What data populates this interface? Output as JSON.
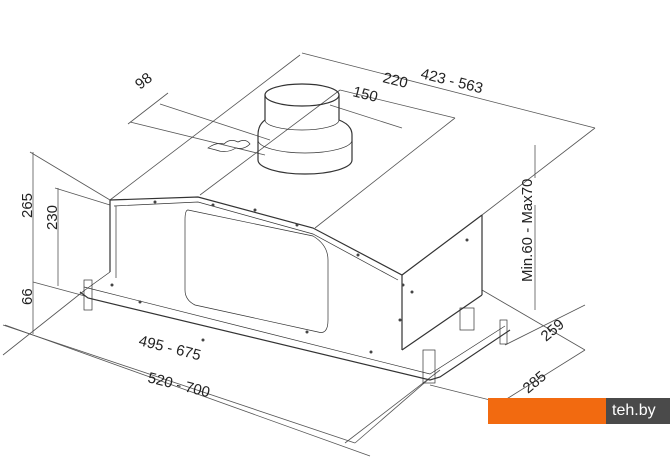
{
  "dimensions": {
    "width_top": "423  -  563",
    "duct_depth": "220",
    "duct_diameter": "150",
    "duct_offset": "98",
    "height_total": "265",
    "height_body": "230",
    "height_frame": "66",
    "adjust_range": "Min.60  -  Max70",
    "depth_inner": "259",
    "depth_outer": "285",
    "width_inner": "495  -  675",
    "width_outer": "520  -  700"
  },
  "watermark": {
    "text": "teh.by",
    "accent": "#f26a10",
    "bg": "#4a4a4a"
  }
}
